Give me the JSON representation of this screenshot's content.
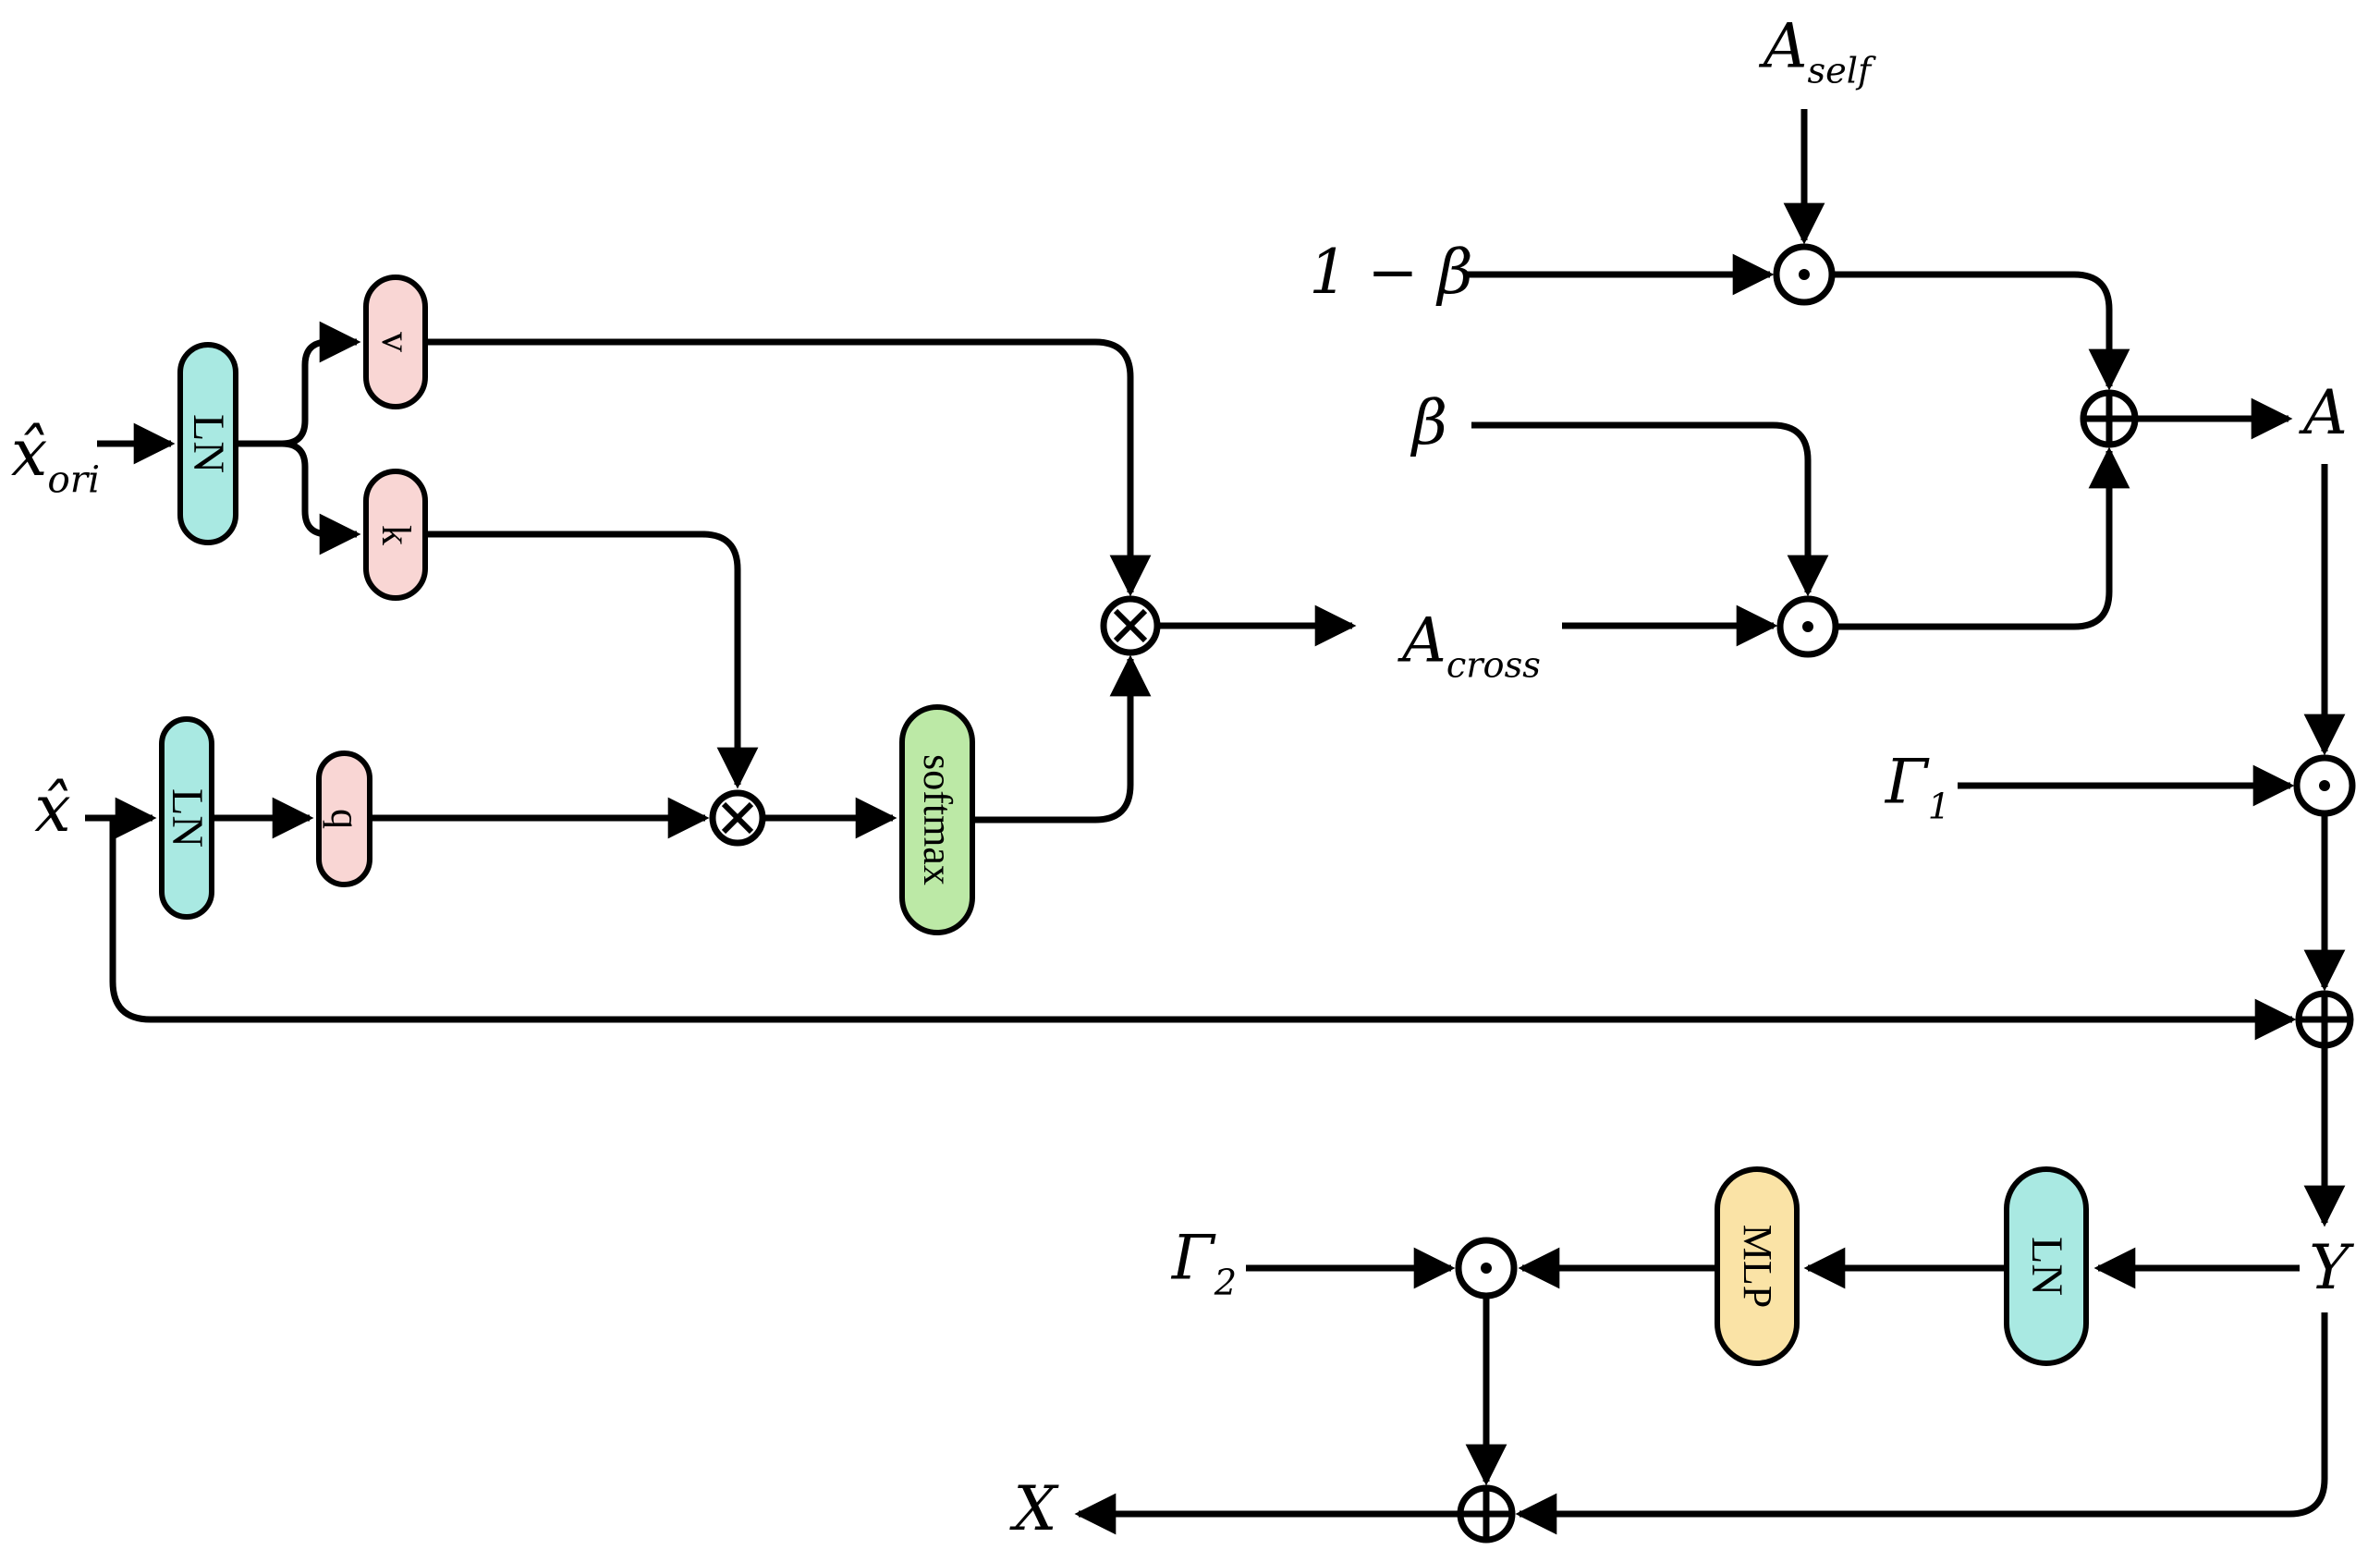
{
  "labels": {
    "x_ori": {
      "main": "x̂",
      "sub": "ori"
    },
    "x_in": {
      "main": "x̂",
      "sub": ""
    },
    "a_self": {
      "main": "A",
      "sub": "self"
    },
    "one_minus_beta": "1 − β",
    "beta": "β",
    "a_cross": {
      "main": "A",
      "sub": "cross"
    },
    "a_mix": "A",
    "gamma_1": {
      "main": "Γ",
      "sub": "1"
    },
    "gamma_2": {
      "main": "Γ",
      "sub": "2"
    },
    "y_mid": "Y",
    "x_out": "X"
  },
  "blocks": {
    "ln_top": "LN",
    "v_proj": "v",
    "k_proj": "k",
    "ln_bottom": "LN",
    "q_proj": "q",
    "softmax": "softmax",
    "mlp": "MLP",
    "ln_final": "LN"
  },
  "operators": {
    "matmul_attn_v": "⊗",
    "matmul_qk": "⊗",
    "product_self": "⊙",
    "product_cross": "⊙",
    "product_gamma1": "⊙",
    "product_gamma2": "⊙",
    "sum_attention": "⊕",
    "sum_residual_1": "⊕",
    "sum_residual_2": "⊕"
  },
  "colors": {
    "layernorm_fill": "#a9e9e2",
    "projection_fill": "#f9d6d4",
    "softmax_fill": "#bce9a6",
    "mlp_fill": "#fae3a6",
    "stroke": "#000000",
    "background": "#ffffff"
  }
}
